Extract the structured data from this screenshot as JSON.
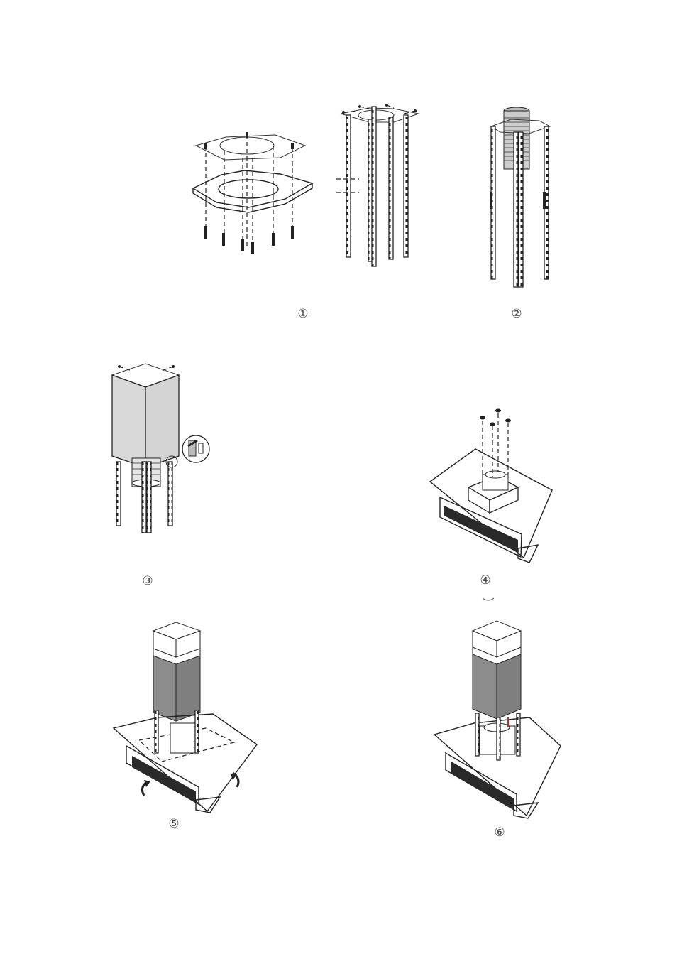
{
  "steps": [
    {
      "id": 1,
      "label": "①"
    },
    {
      "id": 2,
      "label": "②"
    },
    {
      "id": 3,
      "label": "③"
    },
    {
      "id": 4,
      "label": "④"
    },
    {
      "id": 5,
      "label": "⑤"
    },
    {
      "id": 6,
      "label": "⑥"
    }
  ],
  "colors": {
    "line": "#222222",
    "panel_light": "#d9d9d9",
    "panel_dark": "#8c8c8c"
  }
}
